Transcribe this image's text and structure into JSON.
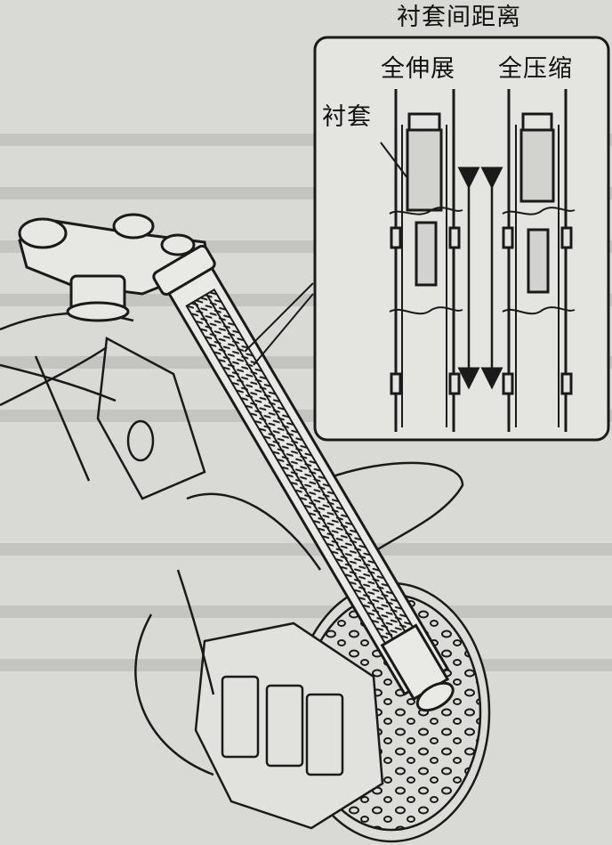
{
  "labels": {
    "title": "衬套间距离",
    "full_extension": "全伸展",
    "full_compression": "全压缩",
    "bushing": "衬套"
  },
  "colors": {
    "background": "#d9d9d6",
    "line": "#1a1a1a",
    "panel_fill": "#e4e4e1"
  },
  "icons": {
    "distance_arrow": "double-headed-vertical-arrow"
  }
}
